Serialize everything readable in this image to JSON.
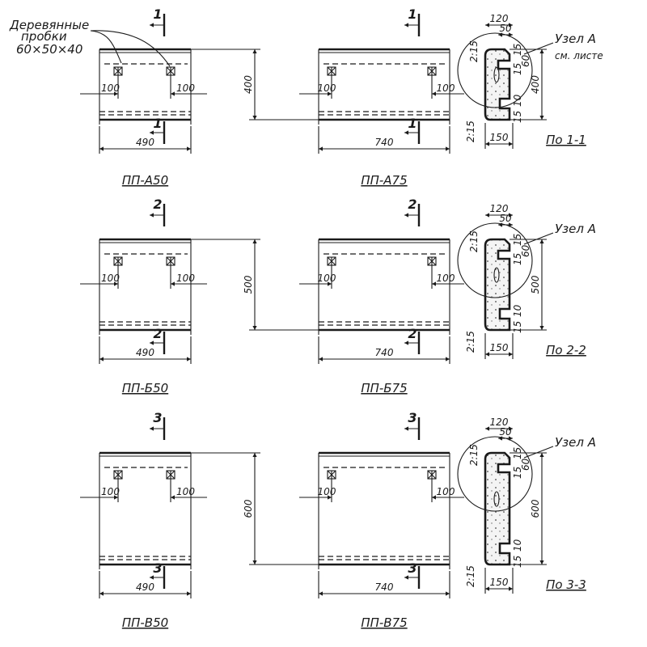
{
  "note": {
    "line1": "Деревянные",
    "line2": "пробки",
    "line3": "60×50×40"
  },
  "node_label": "Узел А",
  "see_sheet": "см. листе",
  "rows": [
    {
      "cut": "1",
      "height": "400",
      "section_title": "По 1-1",
      "short": {
        "title": "ПП-А50",
        "width": "490",
        "offset_left": "100",
        "offset_right": "100"
      },
      "long": {
        "title": "ПП-А75",
        "width": "740",
        "offset_left": "100",
        "offset_right": "100"
      },
      "section": {
        "w_top": "120",
        "w_mid": "50",
        "d1": "15",
        "d2": "60",
        "d3": "15",
        "b1": "10",
        "b2": "15",
        "slope": "2:15",
        "slope_bottom": "2:15",
        "w_bottom": "150"
      }
    },
    {
      "cut": "2",
      "height": "500",
      "section_title": "По 2-2",
      "short": {
        "title": "ПП-Б50",
        "width": "490",
        "offset_left": "100",
        "offset_right": "100"
      },
      "long": {
        "title": "ПП-Б75",
        "width": "740",
        "offset_left": "100",
        "offset_right": "100"
      },
      "section": {
        "w_top": "120",
        "w_mid": "50",
        "d1": "15",
        "d2": "60",
        "d3": "15",
        "b1": "10",
        "b2": "15",
        "slope": "2:15",
        "slope_bottom": "2:15",
        "w_bottom": "150"
      }
    },
    {
      "cut": "3",
      "height": "600",
      "section_title": "По 3-3",
      "short": {
        "title": "ПП-В50",
        "width": "490",
        "offset_left": "100",
        "offset_right": "100"
      },
      "long": {
        "title": "ПП-В75",
        "width": "740",
        "offset_left": "100",
        "offset_right": "100"
      },
      "section": {
        "w_top": "120",
        "w_mid": "50",
        "d1": "15",
        "d2": "60",
        "d3": "15",
        "b1": "10",
        "b2": "15",
        "slope": "2:15",
        "slope_bottom": "2:15",
        "w_bottom": "150"
      }
    }
  ]
}
